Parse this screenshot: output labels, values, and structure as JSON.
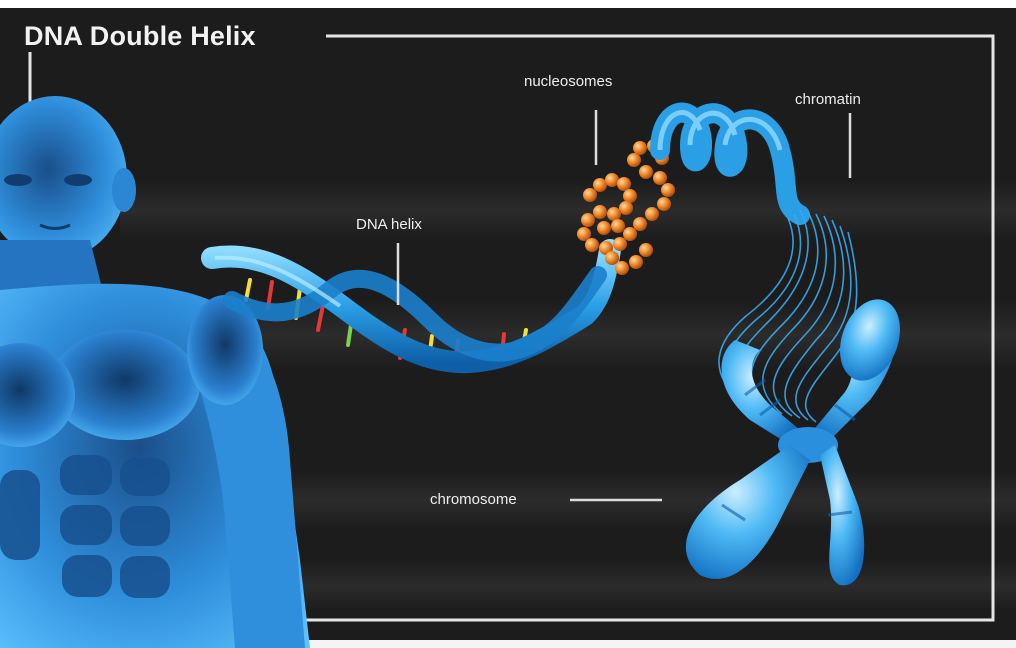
{
  "title": "DNA Double Helix",
  "labels": {
    "nucleosomes": "nucleosomes",
    "chromatin": "chromatin",
    "dna_helix": "DNA helix",
    "chromosome": "chromosome"
  },
  "colors": {
    "background": "#1c1c1c",
    "frame": "#e6e6e6",
    "helix_blue": "#2a9fe6",
    "nucleosome_orange": "#f08a2a",
    "base_pair_colors": [
      "#f2e03a",
      "#e23a3a",
      "#7ad14a"
    ]
  },
  "icons": {
    "figure": "human-body-figure",
    "helix": "dna-double-helix",
    "nucleosomes": "nucleosome-beads",
    "chromatin": "chromatin-coil",
    "chromosome": "x-chromosome"
  }
}
